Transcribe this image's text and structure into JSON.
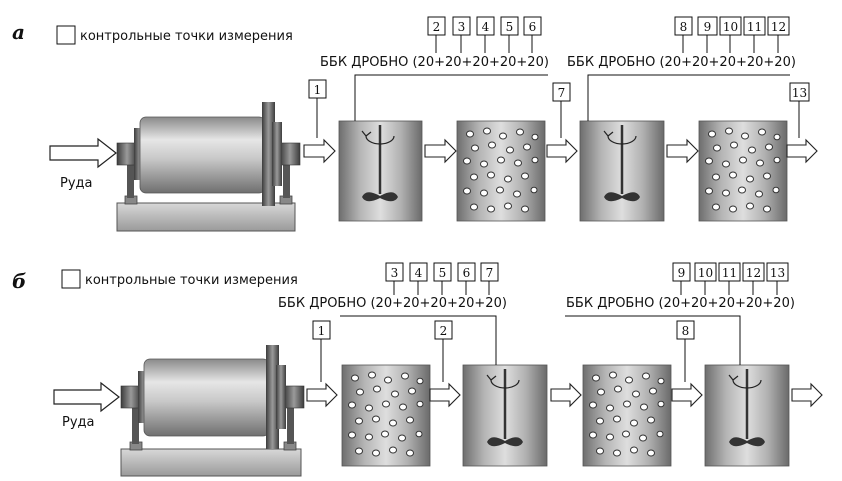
{
  "panel_a": {
    "letter": "а",
    "legend": "контрольные точки измерения",
    "ore_label": "Руда",
    "dose_label_1": "ББК ДРОБНО (20+20+20+20+20)",
    "dose_label_2": "ББК ДРОБНО (20+20+20+20+20)",
    "points": [
      "1",
      "2",
      "3",
      "4",
      "5",
      "6",
      "7",
      "8",
      "9",
      "10",
      "11",
      "12",
      "13"
    ]
  },
  "panel_b": {
    "letter": "б",
    "legend": "контрольные точки измерения",
    "ore_label": "Руда",
    "dose_label_1": "ББК ДРОБНО (20+20+20+20+20)",
    "dose_label_2": "ББК ДРОБНО (20+20+20+20+20)",
    "points": [
      "1",
      "2",
      "3",
      "4",
      "5",
      "6",
      "7",
      "8",
      "9",
      "10",
      "11",
      "12",
      "13"
    ]
  }
}
